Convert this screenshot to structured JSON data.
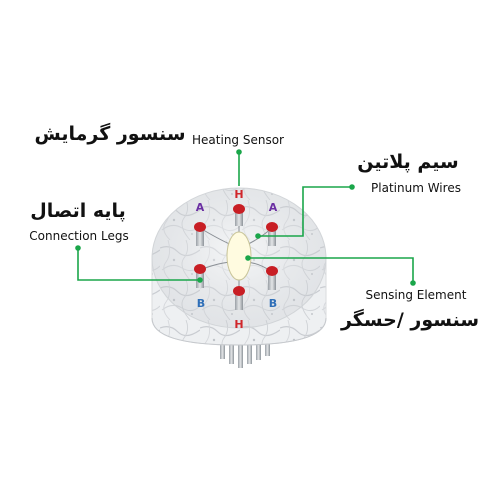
{
  "labels": {
    "heating_sensor_fa": "سنسور گرمایش",
    "heating_sensor_en": "Heating Sensor",
    "platinum_wires_fa": "سیم پلاتین",
    "platinum_wires_en": "Platinum Wires",
    "connection_legs_fa": "پایه اتصال",
    "connection_legs_en": "Connection Legs",
    "sensing_element_en": "Sensing Element",
    "sensing_element_fa": "سنسور /حسگر"
  },
  "pins": {
    "top_h": "H",
    "top_left_a": "A",
    "top_right_a": "A",
    "bottom_left_b": "B",
    "bottom_right_b": "B",
    "bottom_h": "H"
  },
  "colors": {
    "leader_line": "#1aa64a",
    "pin_h": "#d0262b",
    "pin_a": "#6b2fa3",
    "pin_b": "#2f6fb8",
    "pin_head": "#c81e24"
  }
}
